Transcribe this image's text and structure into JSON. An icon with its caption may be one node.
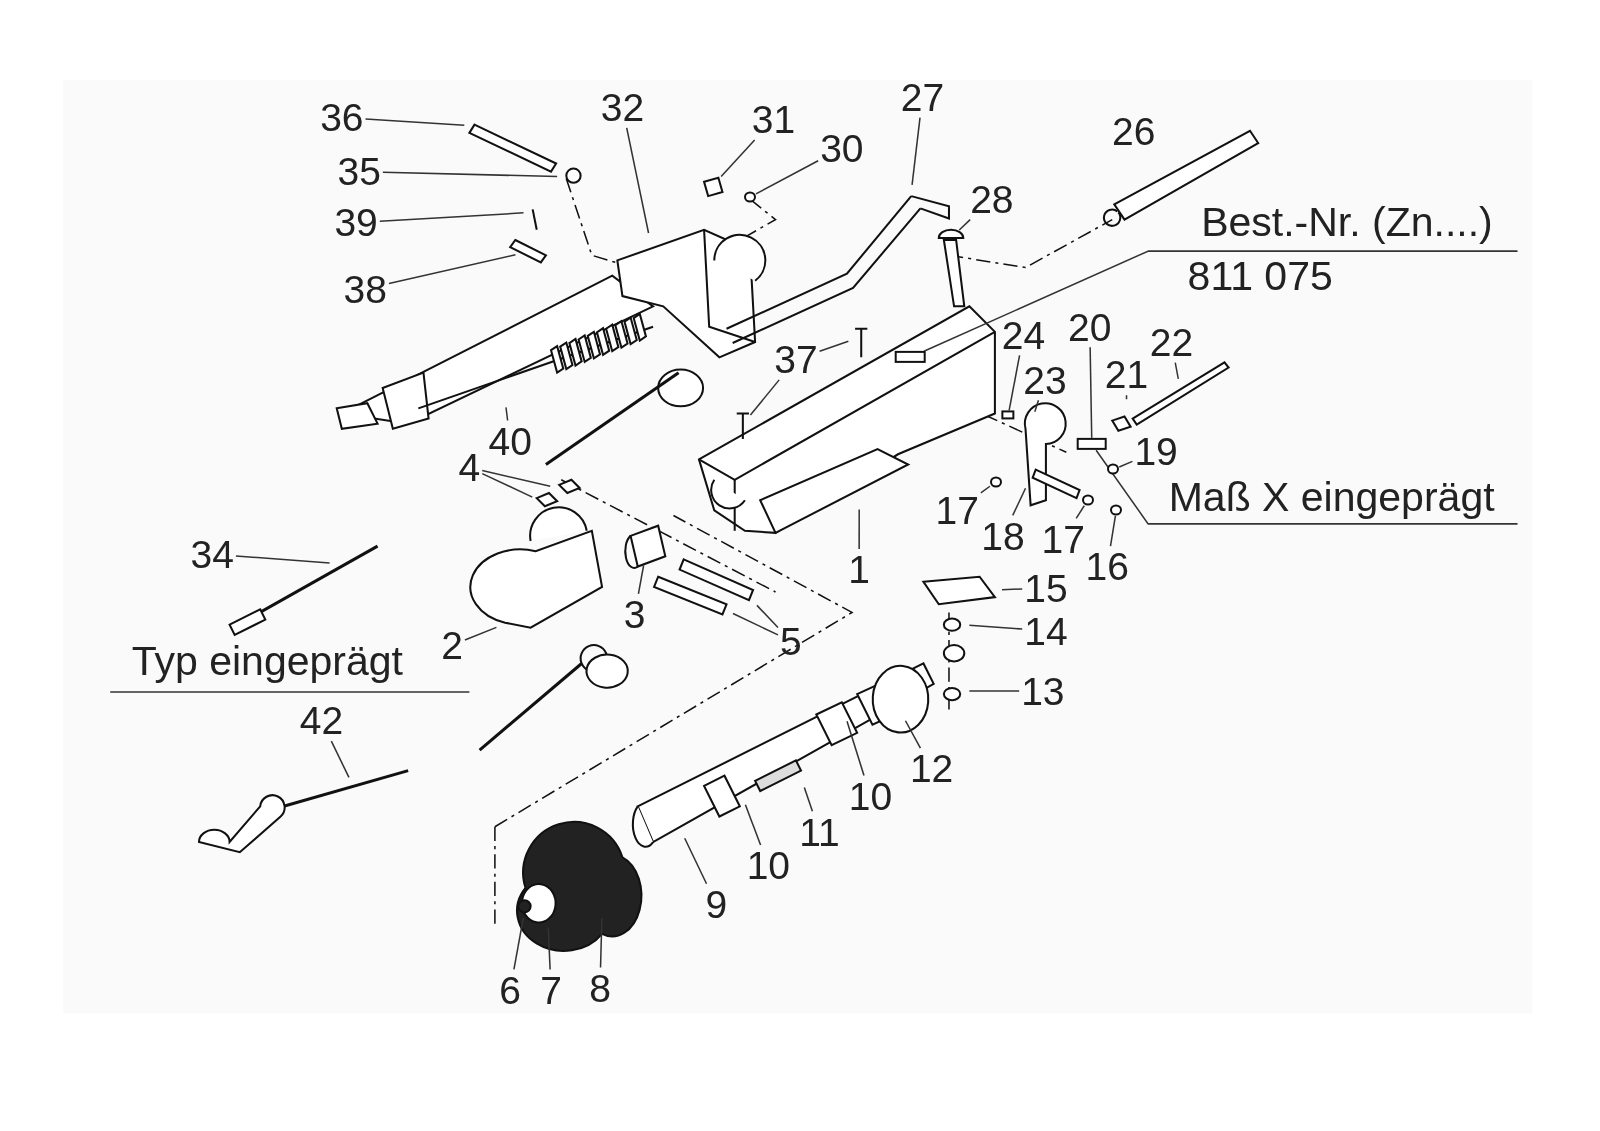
{
  "diagram": {
    "nodes": [
      {
        "text": [
          "36"
        ]
      },
      {
        "text": [
          "35"
        ]
      },
      {
        "text": [
          "39"
        ]
      },
      {
        "text": [
          "38"
        ]
      },
      {
        "text": [
          "32"
        ]
      },
      {
        "text": [
          "31"
        ]
      },
      {
        "text": [
          "30"
        ]
      },
      {
        "text": [
          "27"
        ]
      },
      {
        "text": [
          "28"
        ]
      },
      {
        "text": [
          "Best.-Nr. (Zn....)"
        ]
      },
      {
        "text": [
          "24"
        ]
      },
      {
        "text": [
          "20"
        ]
      },
      {
        "text": [
          "22"
        ]
      },
      {
        "text": [
          "37"
        ]
      },
      {
        "text": [
          "23"
        ]
      },
      {
        "text": [
          "21"
        ]
      },
      {
        "text": [
          "19"
        ]
      },
      {
        "text": [
          "40"
        ]
      },
      {
        "text": [
          "4"
        ]
      },
      {
        "text": [
          "17"
        ]
      },
      {
        "text": [
          "18"
        ]
      },
      {
        "text": [
          "17"
        ]
      },
      {
        "text": [
          "16"
        ]
      },
      {
        "text": [
          "Maß X eingeprägt"
        ]
      },
      {
        "text": [
          "1"
        ]
      },
      {
        "text": [
          "34"
        ]
      },
      {
        "text": [
          "3"
        ]
      },
      {
        "text": [
          "2"
        ]
      },
      {
        "text": [
          "5"
        ]
      },
      {
        "text": [
          "15"
        ]
      },
      {
        "text": [
          "14"
        ]
      },
      {
        "text": [
          "13"
        ]
      },
      {
        "text": [
          "42"
        ]
      },
      {
        "text": [
          "12"
        ]
      },
      {
        "text": [
          "10"
        ]
      },
      {
        "text": [
          "11"
        ]
      },
      {
        "text": [
          "10"
        ]
      },
      {
        "text": [
          "9"
        ]
      },
      {
        "text": [
          "6"
        ]
      },
      {
        "text": [
          "7"
        ]
      },
      {
        "text": [
          "8"
        ]
      },
      {
        "text": [],
        "shape": "circle"
      },
      {
        "text": [],
        "shape": "circle"
      },
      {
        "text": [],
        "shape": "circle"
      },
      {
        "text": [],
        "shape": "circle"
      },
      {
        "text": [],
        "shape": "circle"
      },
      {
        "text": [],
        "shape": "box"
      },
      {
        "text": [],
        "shape": "box"
      },
      {
        "text": [],
        "shape": "box"
      }
    ],
    "edges": [
      {
        "from": 0,
        "to": null,
        "arrow": "none"
      },
      {
        "from": 1,
        "to": null,
        "arrow": "none"
      },
      {
        "from": 2,
        "to": null,
        "arrow": "none"
      },
      {
        "from": 3,
        "to": null,
        "arrow": "none"
      },
      {
        "from": 4,
        "to": null,
        "arrow": "none"
      },
      {
        "from": 5,
        "to": null,
        "arrow": "none"
      },
      {
        "from": 6,
        "to": 41,
        "arrow": "none"
      },
      {
        "from": 7,
        "to": null,
        "arrow": "none"
      },
      {
        "from": 8,
        "to": null,
        "arrow": "none"
      },
      {
        "from": 9,
        "to": 46,
        "arrow": "none"
      },
      {
        "from": 10,
        "to": 47,
        "arrow": "none"
      },
      {
        "from": 11,
        "to": 48,
        "arrow": "none"
      },
      {
        "from": 12,
        "to": null,
        "arrow": "none"
      },
      {
        "from": 13,
        "to": null,
        "arrow": "none"
      },
      {
        "from": 13,
        "to": null,
        "arrow": "none"
      },
      {
        "from": 14,
        "to": null,
        "arrow": "none"
      },
      {
        "from": 15,
        "to": null,
        "arrow": "none"
      },
      {
        "from": 16,
        "to": 42,
        "arrow": "none"
      },
      {
        "from": 17,
        "to": null,
        "arrow": "none"
      },
      {
        "from": 18,
        "to": null,
        "arrow": "none"
      },
      {
        "from": 18,
        "to": null,
        "arrow": "none"
      },
      {
        "from": 19,
        "to": 43,
        "arrow": "none"
      },
      {
        "from": 20,
        "to": null,
        "arrow": "none"
      },
      {
        "from": 21,
        "to": 44,
        "arrow": "none"
      },
      {
        "from": 22,
        "to": 45,
        "arrow": "none"
      },
      {
        "from": 23,
        "to": 48,
        "arrow": "none"
      },
      {
        "from": 24,
        "to": null,
        "arrow": "none"
      },
      {
        "from": 25,
        "to": null,
        "arrow": "none"
      },
      {
        "from": 26,
        "to": null,
        "arrow": "none"
      },
      {
        "from": 27,
        "to": null,
        "arrow": "none"
      },
      {
        "from": 28,
        "to": null,
        "arrow": "none"
      },
      {
        "from": 28,
        "to": null,
        "arrow": "none"
      },
      {
        "from": 29,
        "to": null,
        "arrow": "none"
      },
      {
        "from": 30,
        "to": null,
        "arrow": "none"
      },
      {
        "from": 31,
        "to": null,
        "arrow": "none"
      },
      {
        "from": 32,
        "to": null,
        "arrow": "none"
      },
      {
        "from": 33,
        "to": null,
        "arrow": "none"
      },
      {
        "from": 34,
        "to": null,
        "arrow": "none"
      },
      {
        "from": 35,
        "to": null,
        "arrow": "none"
      },
      {
        "from": 36,
        "to": null,
        "arrow": "none"
      },
      {
        "from": 37,
        "to": null,
        "arrow": "none"
      },
      {
        "from": 38,
        "to": null,
        "arrow": "none"
      },
      {
        "from": 39,
        "to": null,
        "arrow": "none"
      },
      {
        "from": 40,
        "to": null,
        "arrow": "none"
      }
    ],
    "labels": [
      "26",
      "811 075",
      "Typ eingeprägt"
    ]
  }
}
